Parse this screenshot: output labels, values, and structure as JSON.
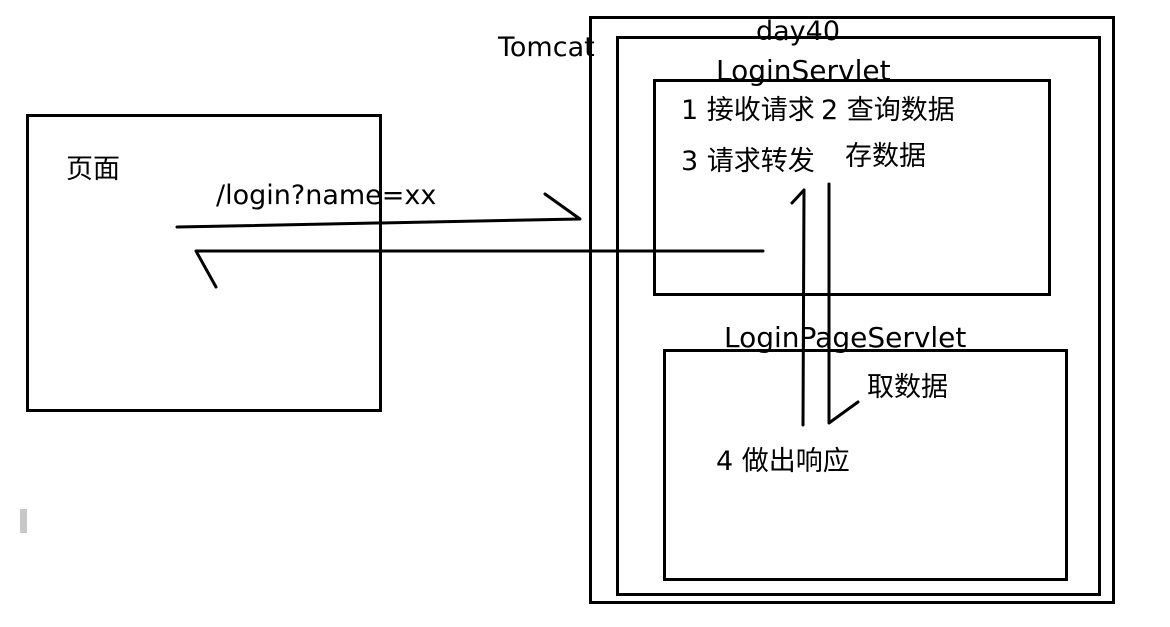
{
  "diagram": {
    "page": {
      "label": "页面"
    },
    "request": {
      "label": "/login?name=xx"
    },
    "tomcat": {
      "label": "Tomcat"
    },
    "webapp": {
      "label": "day40"
    },
    "login_servlet": {
      "label": "LoginServlet",
      "step_1": "1 接收请求",
      "step_2": "2 查询数据",
      "step_3": "3 请求转发",
      "store": "存数据"
    },
    "login_page_servlet": {
      "label": "LoginPageServlet",
      "fetch": "取数据",
      "step_4": "4 做出响应"
    }
  },
  "colors": {
    "ink": "#000000",
    "background": "#ffffff",
    "caret": "#c8c8c8"
  }
}
